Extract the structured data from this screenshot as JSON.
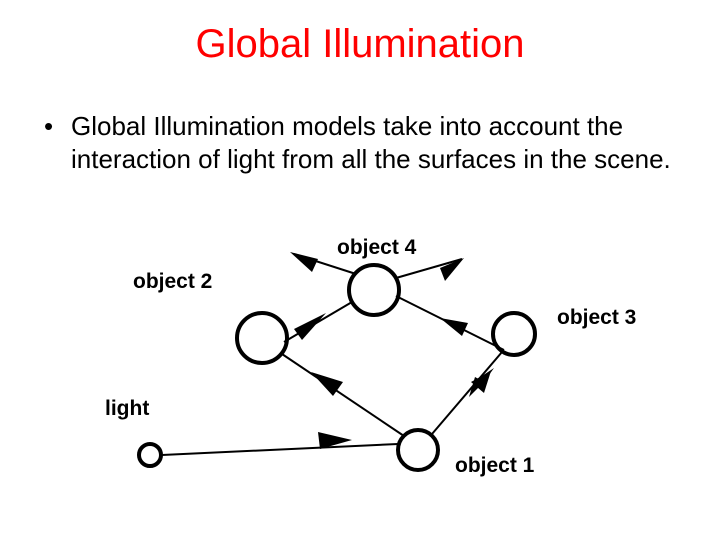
{
  "slide": {
    "title": "Global Illumination",
    "bullet_marker": "•",
    "bullet_text": "Global Illumination models take into account the interaction of light from all the surfaces in the scene."
  },
  "diagram": {
    "labels": {
      "object4": "object 4",
      "object2": "object 2",
      "object3": "object 3",
      "light": "light",
      "object1": "object 1"
    }
  },
  "colors": {
    "title": "#ff0000",
    "text": "#000000",
    "background": "#ffffff"
  }
}
